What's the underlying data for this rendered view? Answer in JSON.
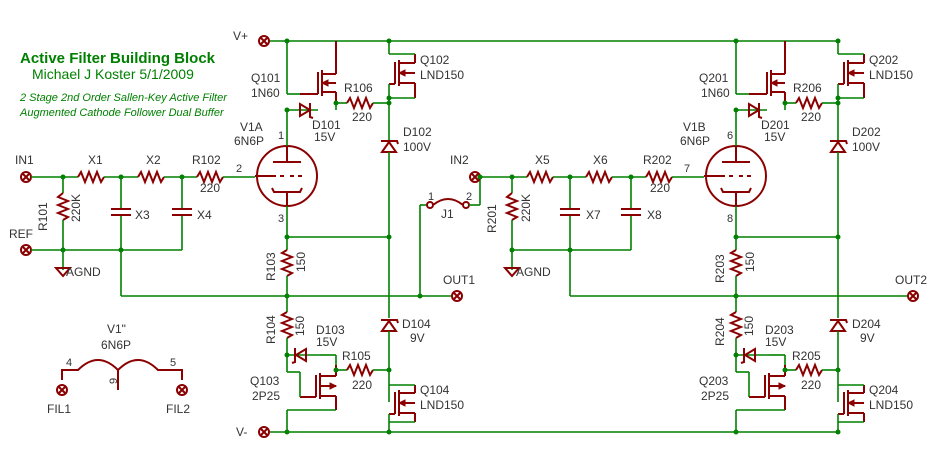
{
  "title": {
    "line1": "Active Filter Building Block",
    "line2": "Michael J Koster 5/1/2009",
    "line3": "2 Stage 2nd Order Sallen-Key Active Filter",
    "line4": "Augmented Cathode Follower Dual Buffer"
  },
  "rails": {
    "vplus": "V+",
    "vminus": "V-"
  },
  "ports": {
    "in1": "IN1",
    "in2": "IN2",
    "ref": "REF",
    "out1": "OUT1",
    "out2": "OUT2",
    "agnd1": "AGND",
    "agnd2": "AGND",
    "fil1": "FIL1",
    "fil2": "FIL2"
  },
  "left": {
    "q101": {
      "name": "Q101",
      "value": "1N60"
    },
    "q102": {
      "name": "Q102",
      "value": "LND150"
    },
    "q103": {
      "name": "Q103",
      "value": "2P25"
    },
    "q104": {
      "name": "Q104",
      "value": "LND150"
    },
    "r101": {
      "name": "R101",
      "value": "220K"
    },
    "r102": {
      "name": "R102",
      "value": "220"
    },
    "r103": {
      "name": "R103",
      "value": "150"
    },
    "r104": {
      "name": "R104",
      "value": "150"
    },
    "r105": {
      "name": "R105",
      "value": "220"
    },
    "r106": {
      "name": "R106",
      "value": "220"
    },
    "d101": {
      "name": "D101",
      "value": "15V"
    },
    "d102": {
      "name": "D102",
      "value": "100V"
    },
    "d103": {
      "name": "D103",
      "value": "15V"
    },
    "d104": {
      "name": "D104",
      "value": "9V"
    },
    "x1": "X1",
    "x2": "X2",
    "x3": "X3",
    "x4": "X4",
    "tube": {
      "name": "V1A",
      "value": "6N6P"
    },
    "pins": {
      "anode": "1",
      "grid": "2",
      "cathode": "3"
    }
  },
  "right": {
    "q201": {
      "name": "Q201",
      "value": "1N60"
    },
    "q202": {
      "name": "Q202",
      "value": "LND150"
    },
    "q203": {
      "name": "Q203",
      "value": "2P25"
    },
    "q204": {
      "name": "Q204",
      "value": "LND150"
    },
    "r201": {
      "name": "R201",
      "value": "220K"
    },
    "r202": {
      "name": "R202",
      "value": "220"
    },
    "r203": {
      "name": "R203",
      "value": "150"
    },
    "r204": {
      "name": "R204",
      "value": "150"
    },
    "r205": {
      "name": "R205",
      "value": "220"
    },
    "r206": {
      "name": "R206",
      "value": "220"
    },
    "d201": {
      "name": "D201",
      "value": "15V"
    },
    "d202": {
      "name": "D202",
      "value": "100V"
    },
    "d203": {
      "name": "D203",
      "value": "15V"
    },
    "d204": {
      "name": "D204",
      "value": "9V"
    },
    "x5": "X5",
    "x6": "X6",
    "x7": "X7",
    "x8": "X8",
    "tube": {
      "name": "V1B",
      "value": "6N6P"
    },
    "pins": {
      "anode": "6",
      "grid": "7",
      "cathode": "8"
    }
  },
  "jumper": {
    "name": "J1",
    "pin1": "1",
    "pin2": "2"
  },
  "heater": {
    "name": "V1\"",
    "value": "6N6P",
    "pin_left": "4",
    "pin_mid": "9",
    "pin_right": "5"
  }
}
